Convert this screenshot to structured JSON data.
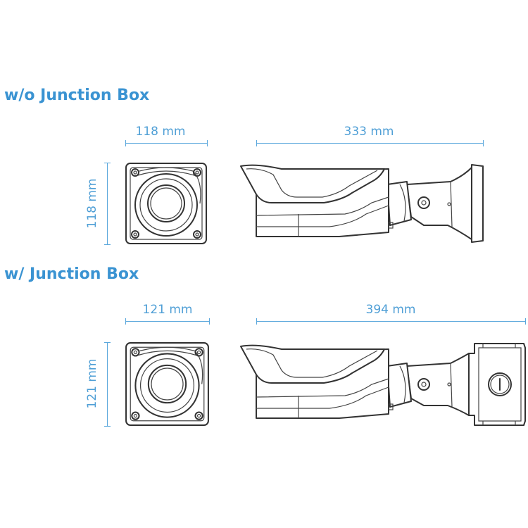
{
  "sections": [
    {
      "title": "w/o Junction Box",
      "front_width": "118 mm",
      "front_height": "118 mm",
      "side_length": "333 mm"
    },
    {
      "title": "w/ Junction Box",
      "front_width": "121 mm",
      "front_height": "121 mm",
      "side_length": "394 mm"
    }
  ]
}
